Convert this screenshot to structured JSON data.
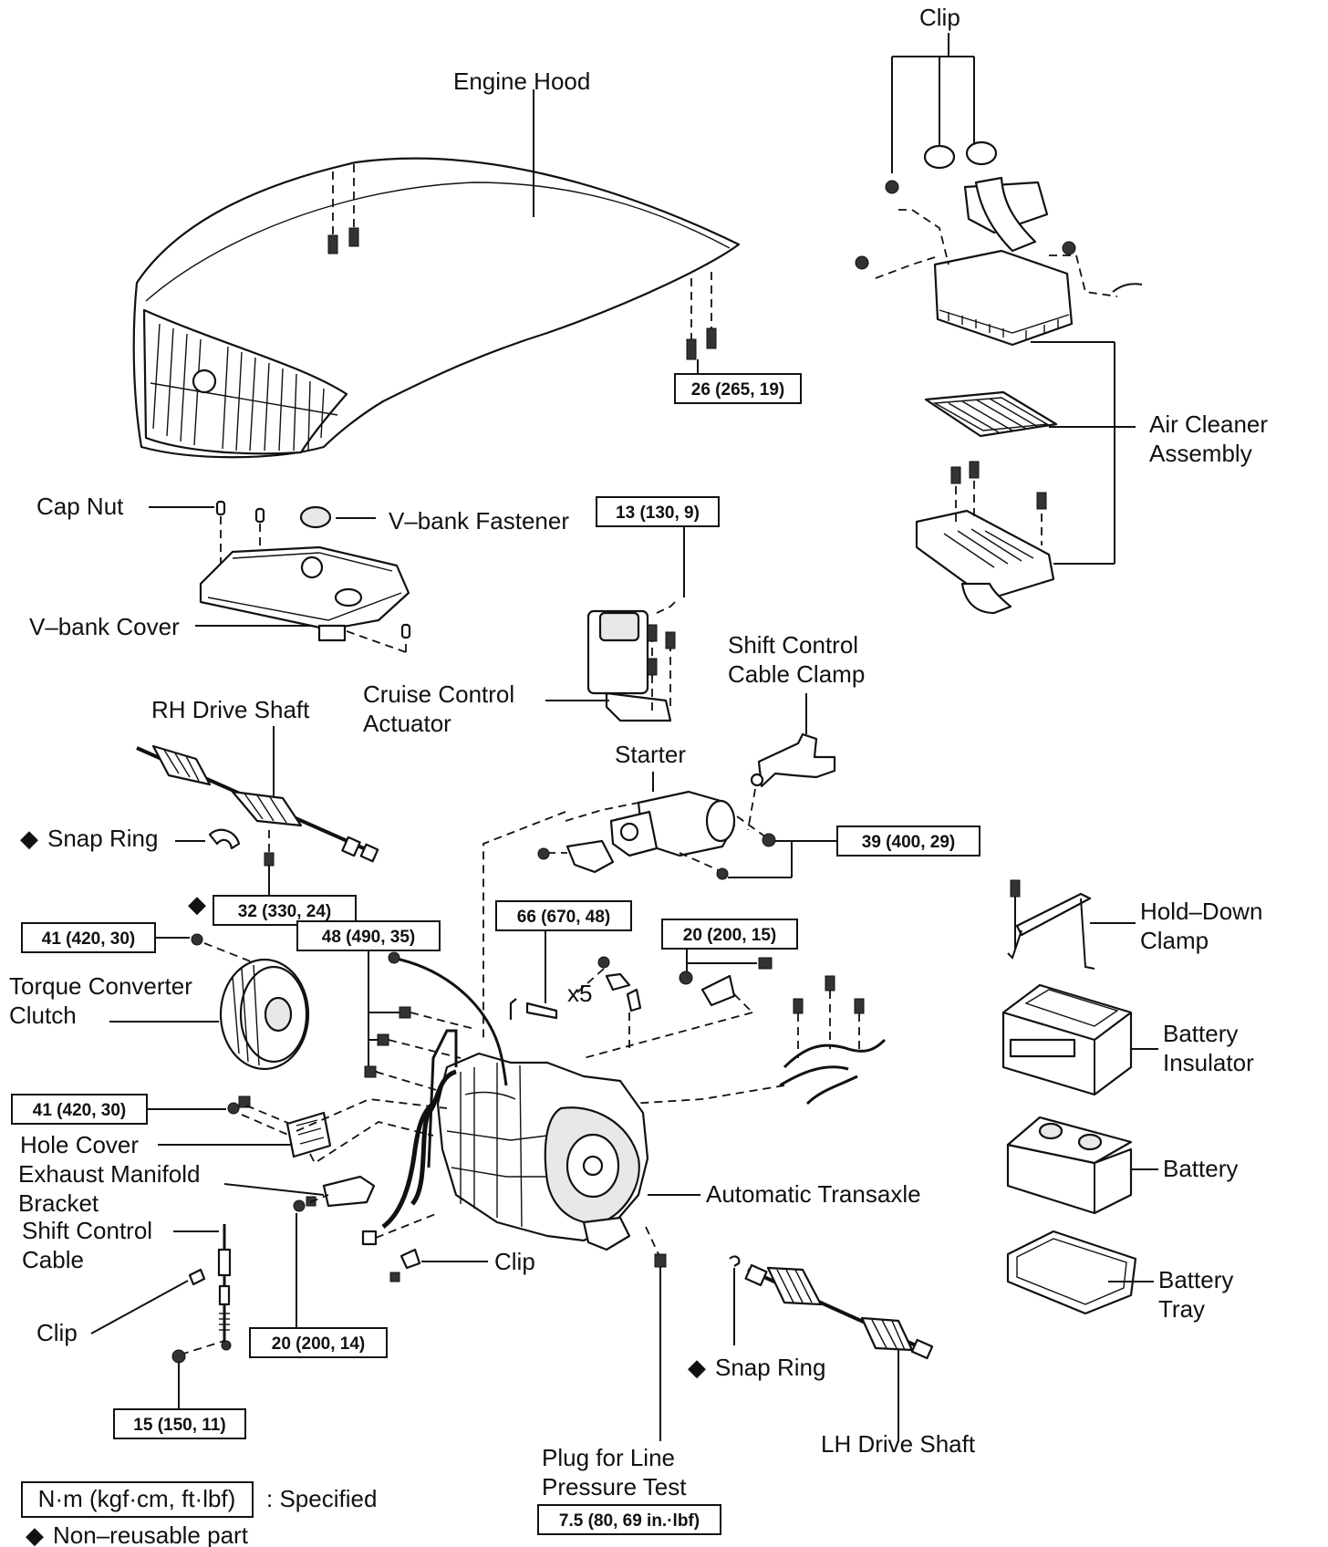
{
  "labels": {
    "engine_hood": "Engine Hood",
    "clip_top": "Clip",
    "air_cleaner_1": "Air Cleaner",
    "air_cleaner_2": "Assembly",
    "cap_nut": "Cap Nut",
    "vbank_fastener": "V–bank Fastener",
    "vbank_cover": "V–bank Cover",
    "cruise_1": "Cruise Control",
    "cruise_2": "Actuator",
    "shift_clamp_1": "Shift Control",
    "shift_clamp_2": "Cable Clamp",
    "rh_drive_shaft": "RH Drive Shaft",
    "starter": "Starter",
    "snap_ring_rh": "Snap Ring",
    "torque_conv_1": "Torque Converter",
    "torque_conv_2": "Clutch",
    "x5": "x5",
    "hold_down_1": "Hold–Down",
    "hold_down_2": "Clamp",
    "battery_ins_1": "Battery",
    "battery_ins_2": "Insulator",
    "battery": "Battery",
    "hole_cover": "Hole Cover",
    "exhaust_1": "Exhaust Manifold",
    "exhaust_2": "Bracket",
    "shift_cable_1": "Shift Control",
    "shift_cable_2": "Cable",
    "auto_transaxle": "Automatic Transaxle",
    "clip_mid": "Clip",
    "battery_tray_1": "Battery",
    "battery_tray_2": "Tray",
    "clip_left": "Clip",
    "snap_ring_lh": "Snap Ring",
    "lh_drive_shaft": "LH Drive Shaft",
    "plug_1": "Plug for Line",
    "plug_2": "Pressure Test"
  },
  "torques": {
    "hood": "26 (265, 19)",
    "cruise": "13 (130, 9)",
    "starter": "39 (400, 29)",
    "rh_shaft": "32 (330, 24)",
    "torque_conv": "41 (420, 30)",
    "transaxle_top": "48 (490, 35)",
    "mount_66": "66 (670, 48)",
    "bracket_20_15": "20 (200, 15)",
    "hole_cover": "41 (420, 30)",
    "exhaust_20_14": "20 (200, 14)",
    "shift_cable": "15 (150, 11)",
    "plug": "7.5 (80, 69 in.·lbf)"
  },
  "legend": {
    "unit_box": "N·m (kgf·cm, ft·lbf)",
    "specified": ": Specified",
    "non_reusable": "Non–reusable part",
    "marker": "◆"
  }
}
